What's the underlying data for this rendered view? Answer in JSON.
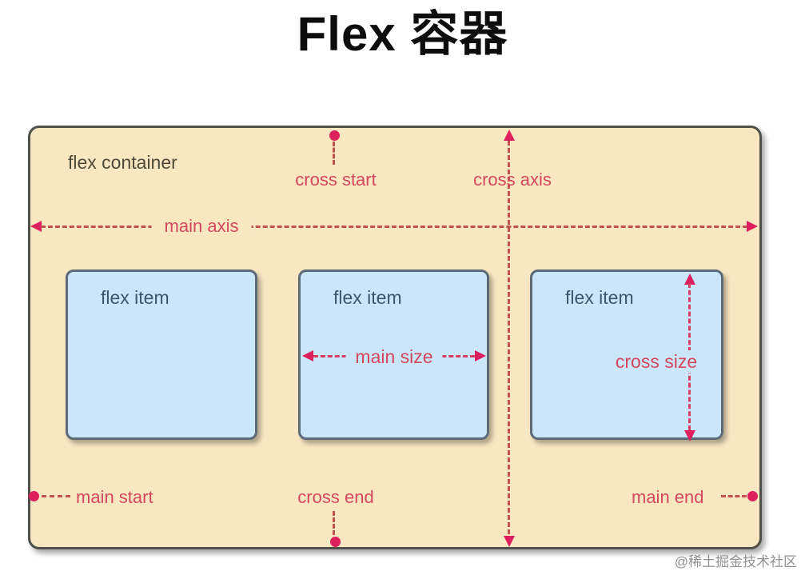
{
  "title": "Flex 容器",
  "container": {
    "label": "flex container"
  },
  "axes": {
    "main_axis": "main axis",
    "cross_axis": "cross axis",
    "main_start": "main start",
    "main_end": "main end",
    "cross_start": "cross start",
    "cross_end": "cross end"
  },
  "items": [
    {
      "label": "flex item"
    },
    {
      "label": "flex item",
      "size_label": "main size"
    },
    {
      "label": "flex item",
      "size_label": "cross size"
    }
  ],
  "colors": {
    "container_bg": "#f9e7c2",
    "container_border": "#50504a",
    "item_bg": "#cbe5f9",
    "item_border": "#5d6b78",
    "axis_dash": "#c2524f",
    "size_dash": "#d63e62",
    "arrow_accent": "#dd1f5e",
    "label_red": "#d4485e",
    "container_label_color": "#4f4a38",
    "item_label_color": "#3d566b",
    "watermark_color": "#909090"
  },
  "watermark": "@稀土掘金技术社区"
}
